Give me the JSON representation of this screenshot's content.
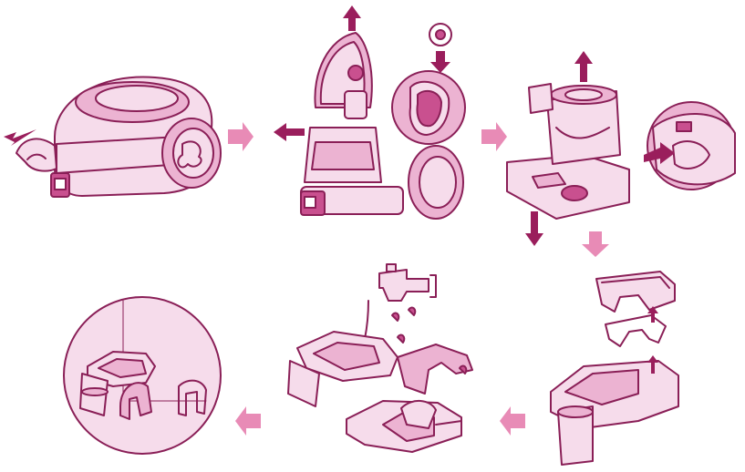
{
  "colors": {
    "line": "#8a1f57",
    "fill_light": "#f6dceb",
    "fill_mid": "#ecb3d2",
    "fill_dark": "#c9508f",
    "flow_arrow": "#e88bb6",
    "action_arrow": "#9a1e5c",
    "water": "#ffffff",
    "background": "#ffffff"
  },
  "steps": [
    {
      "id": 1,
      "content": "vacuum-cleaner-body",
      "action": "pull-out-dust-bin"
    },
    {
      "id": 2,
      "content": "cleaner-open-lid",
      "action": "lift-cover-remove-bin",
      "detail": "eye-icon-down"
    },
    {
      "id": 3,
      "content": "dust-bin-assembly",
      "action": "press-button-separate-parts"
    },
    {
      "id": 4,
      "content": "dust-bin-filters-exploded",
      "action": "remove-filter-and-sponge"
    },
    {
      "id": 5,
      "content": "washing-parts-under-tap",
      "action": "rinse-with-water"
    },
    {
      "id": 6,
      "content": "parts-drying",
      "action": "dry-in-shade"
    }
  ],
  "flow": [
    "right",
    "right",
    "down",
    "left",
    "left"
  ]
}
